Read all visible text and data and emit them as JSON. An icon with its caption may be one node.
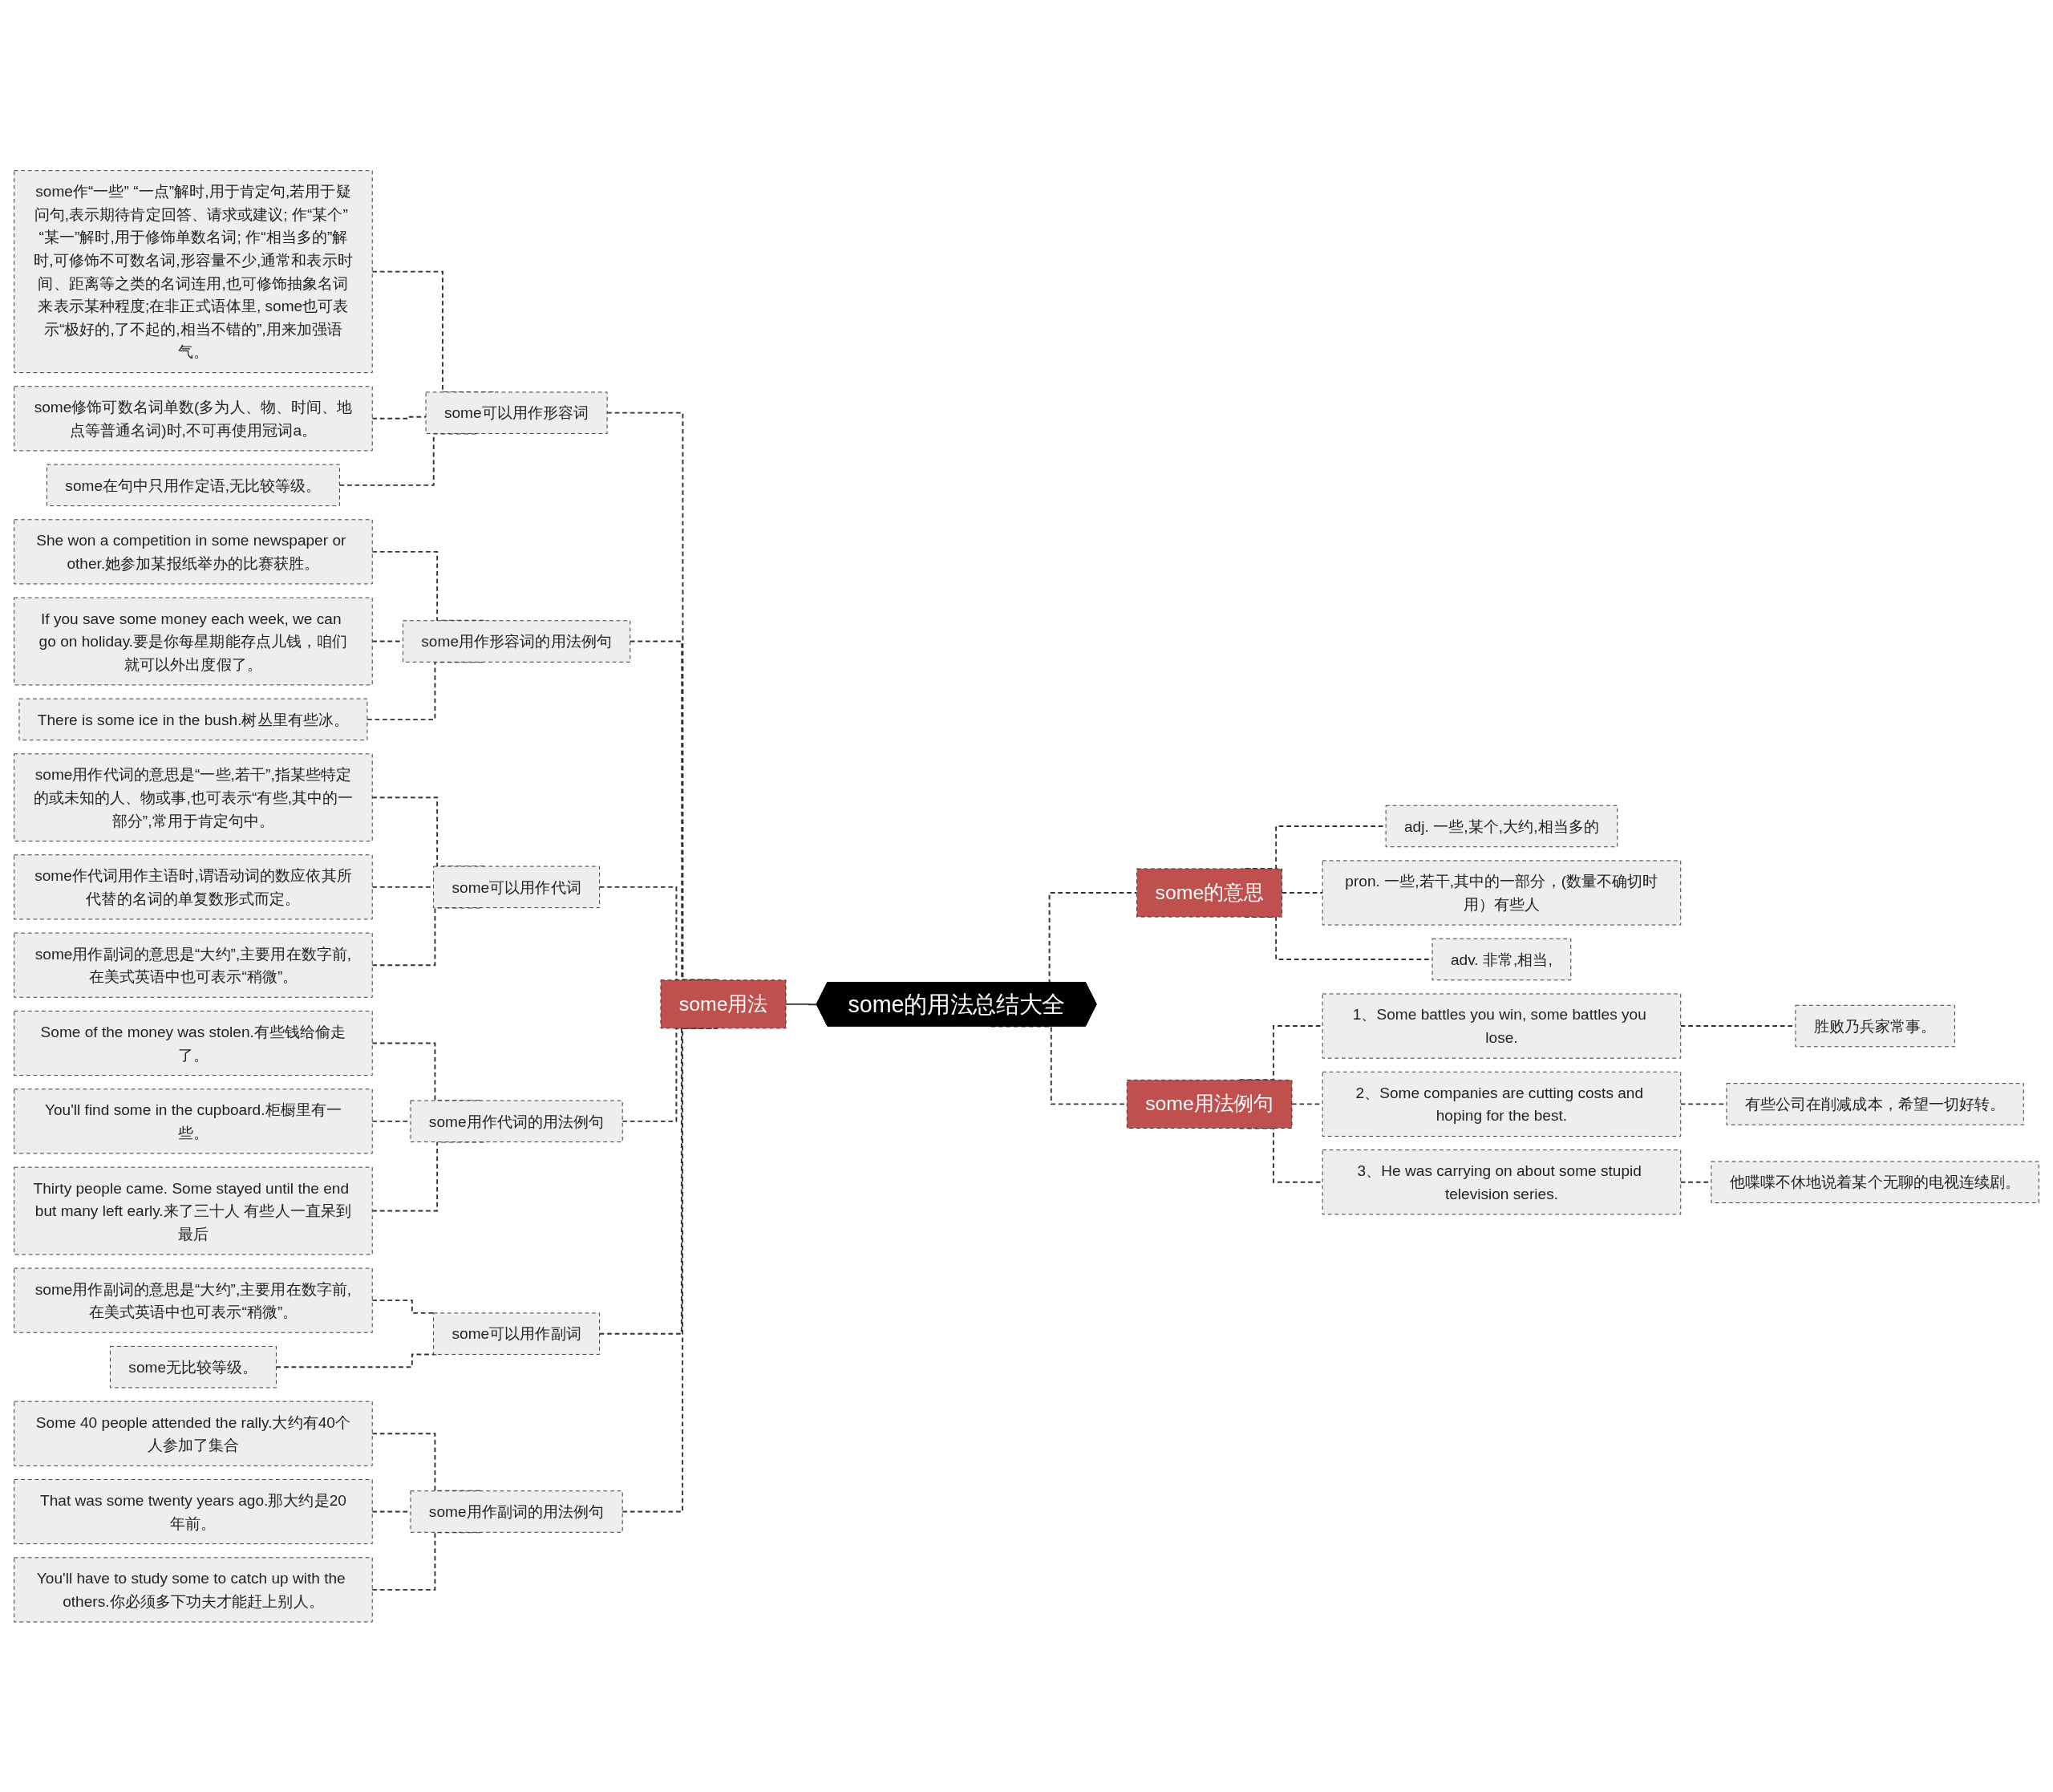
{
  "diagram": {
    "nodes": [
      {
        "text": [
          "some的用法总结大全"
        ]
      },
      {
        "text": [
          "some用法"
        ]
      },
      {
        "text": [
          "some可以用作形容词"
        ]
      },
      {
        "text": [
          "some作“一些” “一点”解时,用于肯定句,若用于疑问句,表示期待肯定回答、请求或建议; 作“某个” “某一”解时,用于修饰单数名词; 作“相当多的”解时,可修饰不可数名词,形容量不少,通常和表示时间、距离等之类的名词连用,也可修饰抽象名词来表示某种程度;在非正式语体里, some也可表示“极好的,了不起的,相当不错的”,用来加强语气。"
        ]
      },
      {
        "text": [
          "some修饰可数名词单数(多为人、物、时间、地点等普通名词)时,不可再使用冠词a。"
        ]
      },
      {
        "text": [
          "some在句中只用作定语,无比较等级。"
        ]
      },
      {
        "text": [
          "some用作形容词的用法例句"
        ]
      },
      {
        "text": [
          "She won a competition in some newspaper or other.她参加某报纸举办的比赛获胜。"
        ]
      },
      {
        "text": [
          "If you save some money each week, we can go on holiday.要是你每星期能存点儿钱，咱们就可以外出度假了。"
        ]
      },
      {
        "text": [
          "There is some ice in the bush.树丛里有些冰。"
        ]
      },
      {
        "text": [
          "some可以用作代词"
        ]
      },
      {
        "text": [
          "some用作代词的意思是“一些,若干”,指某些特定的或未知的人、物或事,也可表示“有些,其中的一部分”,常用于肯定句中。"
        ]
      },
      {
        "text": [
          "some作代词用作主语时,谓语动词的数应依其所代替的名词的单复数形式而定。"
        ]
      },
      {
        "text": [
          "some用作副词的意思是“大约”,主要用在数字前,在美式英语中也可表示“稍微”。"
        ]
      },
      {
        "text": [
          "some用作代词的用法例句"
        ]
      },
      {
        "text": [
          "Some of the money was stolen.有些钱给偷走了。"
        ]
      },
      {
        "text": [
          "You'll find some in the cupboard.柜橱里有一些。"
        ]
      },
      {
        "text": [
          "Thirty people came. Some stayed until the end but many left early.来了三十人 有些人一直呆到最后"
        ]
      },
      {
        "text": [
          "some可以用作副词"
        ]
      },
      {
        "text": [
          "some用作副词的意思是“大约”,主要用在数字前,在美式英语中也可表示“稍微”。"
        ]
      },
      {
        "text": [
          "some无比较等级。"
        ]
      },
      {
        "text": [
          "some用作副词的用法例句"
        ]
      },
      {
        "text": [
          "Some 40 people attended the rally.大约有40个人参加了集合"
        ]
      },
      {
        "text": [
          "That was some twenty years ago.那大约是20年前。"
        ]
      },
      {
        "text": [
          "You'll have to study some to catch up with the others.你必须多下功夫才能赶上别人。"
        ]
      },
      {
        "text": [
          "some的意思"
        ]
      },
      {
        "text": [
          "adj. 一些,某个,大约,相当多的"
        ]
      },
      {
        "text": [
          "pron. 一些,若干,其中的一部分，(数量不确切时用）有些人"
        ]
      },
      {
        "text": [
          "adv. 非常,相当,"
        ]
      },
      {
        "text": [
          "some用法例句"
        ]
      },
      {
        "text": [
          "1、Some battles you win, some battles you lose."
        ]
      },
      {
        "text": [
          "胜败乃兵家常事。"
        ]
      },
      {
        "text": [
          "2、Some companies are cutting costs and hoping for the best."
        ]
      },
      {
        "text": [
          "有些公司在削减成本，希望一切好转。"
        ]
      },
      {
        "text": [
          "3、He was carrying on about some stupid television series."
        ]
      },
      {
        "text": [
          "他喋喋不休地说着某个无聊的电视连续剧。"
        ]
      }
    ],
    "edges": [
      {
        "from": 0,
        "to": 1,
        "arrow": "none"
      },
      {
        "from": 1,
        "to": 2,
        "arrow": "none",
        "style": "dashed"
      },
      {
        "from": 2,
        "to": 3,
        "arrow": "none",
        "style": "dashed"
      },
      {
        "from": 2,
        "to": 4,
        "arrow": "none",
        "style": "dashed"
      },
      {
        "from": 2,
        "to": 5,
        "arrow": "none",
        "style": "dashed"
      },
      {
        "from": 1,
        "to": 6,
        "arrow": "none",
        "style": "dashed"
      },
      {
        "from": 6,
        "to": 7,
        "arrow": "none",
        "style": "dashed"
      },
      {
        "from": 6,
        "to": 8,
        "arrow": "none",
        "style": "dashed"
      },
      {
        "from": 6,
        "to": 9,
        "arrow": "none",
        "style": "dashed"
      },
      {
        "from": 1,
        "to": 10,
        "arrow": "none",
        "style": "dashed"
      },
      {
        "from": 10,
        "to": 11,
        "arrow": "none",
        "style": "dashed"
      },
      {
        "from": 10,
        "to": 12,
        "arrow": "none",
        "style": "dashed"
      },
      {
        "from": 10,
        "to": 13,
        "arrow": "none",
        "style": "dashed"
      },
      {
        "from": 1,
        "to": 14,
        "arrow": "none",
        "style": "dashed"
      },
      {
        "from": 14,
        "to": 15,
        "arrow": "none",
        "style": "dashed"
      },
      {
        "from": 14,
        "to": 16,
        "arrow": "none",
        "style": "dashed"
      },
      {
        "from": 14,
        "to": 17,
        "arrow": "none",
        "style": "dashed"
      },
      {
        "from": 1,
        "to": 18,
        "arrow": "none",
        "style": "dashed"
      },
      {
        "from": 18,
        "to": 19,
        "arrow": "none",
        "style": "dashed"
      },
      {
        "from": 18,
        "to": 20,
        "arrow": "none",
        "style": "dashed"
      },
      {
        "from": 1,
        "to": 21,
        "arrow": "none",
        "style": "dashed"
      },
      {
        "from": 21,
        "to": 22,
        "arrow": "none",
        "style": "dashed"
      },
      {
        "from": 21,
        "to": 23,
        "arrow": "none",
        "style": "dashed"
      },
      {
        "from": 21,
        "to": 24,
        "arrow": "none",
        "style": "dashed"
      },
      {
        "from": 0,
        "to": 25,
        "arrow": "none",
        "style": "dashed"
      },
      {
        "from": 25,
        "to": 26,
        "arrow": "none",
        "style": "dashed"
      },
      {
        "from": 25,
        "to": 27,
        "arrow": "none",
        "style": "dashed"
      },
      {
        "from": 25,
        "to": 28,
        "arrow": "none",
        "style": "dashed"
      },
      {
        "from": 0,
        "to": 29,
        "arrow": "none",
        "style": "dashed"
      },
      {
        "from": 29,
        "to": 30,
        "arrow": "none",
        "style": "dashed"
      },
      {
        "from": 30,
        "to": 31,
        "arrow": "none",
        "style": "dashed"
      },
      {
        "from": 29,
        "to": 32,
        "arrow": "none",
        "style": "dashed"
      },
      {
        "from": 32,
        "to": 33,
        "arrow": "none",
        "style": "dashed"
      },
      {
        "from": 29,
        "to": 34,
        "arrow": "none",
        "style": "dashed"
      },
      {
        "from": 34,
        "to": 35,
        "arrow": "none",
        "style": "dashed"
      }
    ]
  }
}
